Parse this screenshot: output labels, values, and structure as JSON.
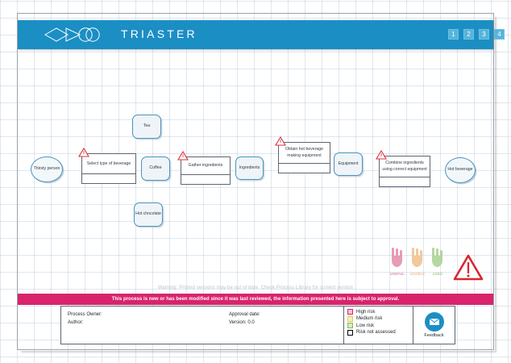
{
  "header": {
    "brand": "TRIASTER",
    "logo_icon": "triaster-logo-icon",
    "pages": [
      "1",
      "2",
      "3",
      "4"
    ],
    "brand_color": "#1b8ec4",
    "page_box_color": "#57b4da"
  },
  "diagram": {
    "nodes": [
      {
        "id": "thirsty-person",
        "label": "Thirsty person",
        "shape": "ellipse"
      },
      {
        "id": "select-beverage",
        "label": "Select type of beverage",
        "shape": "activity",
        "has_warning": true
      },
      {
        "id": "tea",
        "label": "Tea",
        "shape": "rounded"
      },
      {
        "id": "coffee",
        "label": "Coffee",
        "shape": "rounded"
      },
      {
        "id": "hot-chocolate",
        "label": "Hot chocolate",
        "shape": "rounded"
      },
      {
        "id": "gather-ingredients",
        "label": "Gather ingredients",
        "shape": "activity",
        "has_warning": true
      },
      {
        "id": "ingredients",
        "label": "Ingredients",
        "shape": "rounded"
      },
      {
        "id": "obtain-equipment",
        "label": "Obtain hot beverage making equipment",
        "shape": "activity",
        "has_warning": true
      },
      {
        "id": "equipment",
        "label": "Equipment",
        "shape": "rounded"
      },
      {
        "id": "combine",
        "label": "Combine ingredients using correct equipment",
        "shape": "activity",
        "has_warning": true
      },
      {
        "id": "hot-beverage",
        "label": "Hot beverage",
        "shape": "ellipse"
      }
    ],
    "warning_marker_color": "#e0313d"
  },
  "banners": {
    "print_warning": "Warning: Printed versions may be out of date. Check Process Library for current version",
    "approval_notice": "This process is new or has been modified since it was last reviewed, the information presented here is subject to approval.",
    "approval_band_color": "#d8246c"
  },
  "footer": {
    "process_owner_label": "Process Owner:",
    "author_label": "Author:",
    "approval_date_label": "Approval date:",
    "version_label": "Version: 0.0",
    "risk_key": [
      {
        "label": "High risk",
        "color": "#f7c6d5"
      },
      {
        "label": "Medium risk",
        "color": "#f7efb4"
      },
      {
        "label": "Low risk",
        "color": "#d6edc2"
      },
      {
        "label": "Risk not assessed",
        "color": "#ffffff"
      }
    ],
    "feedback_label": "Feedback",
    "feedback_icon": "envelope-icon",
    "feedback_color": "#1b8ec4"
  },
  "stamps": {
    "u_icons": [
      {
        "label": "USEFUL",
        "color": "#e38aa8"
      },
      {
        "label": "USABLE",
        "color": "#efc08a"
      },
      {
        "label": "USED",
        "color": "#a9cf92"
      }
    ],
    "alert_icon": "warning-triangle-icon",
    "alert_color": "#d7272f"
  }
}
